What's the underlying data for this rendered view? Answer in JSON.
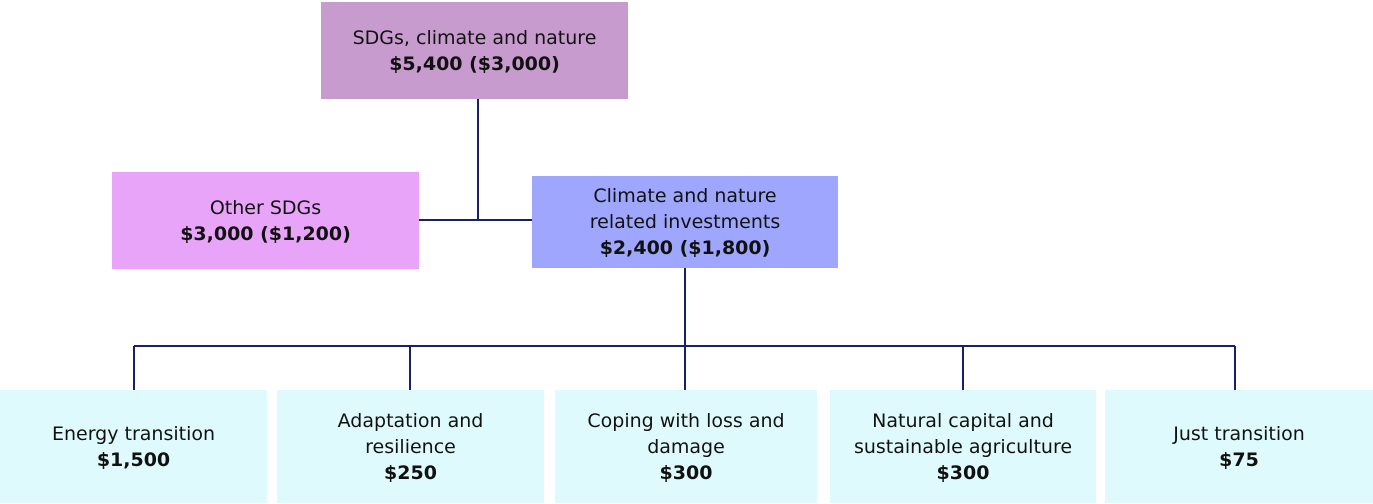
{
  "colors": {
    "top_box": "#c89bce",
    "other_sdgs_box": "#e8a4f8",
    "climate_box": "#9ea6fd",
    "leaf_box": "#dffafc",
    "connector_line": "#1a1f6b"
  },
  "top": {
    "title": "SDGs, climate and nature",
    "value": "$5,400 ($3,000)"
  },
  "other_sdgs": {
    "title": "Other SDGs",
    "value": "$3,000 ($1,200)"
  },
  "climate": {
    "title_line1": "Climate and nature",
    "title_line2": "related investments",
    "value": "$2,400 ($1,800)"
  },
  "leaves": [
    {
      "line1": "Energy transition",
      "line2": "",
      "value": "$1,500"
    },
    {
      "line1": "Adaptation and",
      "line2": "resilience",
      "value": "$250"
    },
    {
      "line1": "Coping with loss and",
      "line2": "damage",
      "value": "$300"
    },
    {
      "line1": "Natural capital and",
      "line2": "sustainable agriculture",
      "value": "$300"
    },
    {
      "line1": "Just transition",
      "line2": "",
      "value": "$75"
    }
  ]
}
